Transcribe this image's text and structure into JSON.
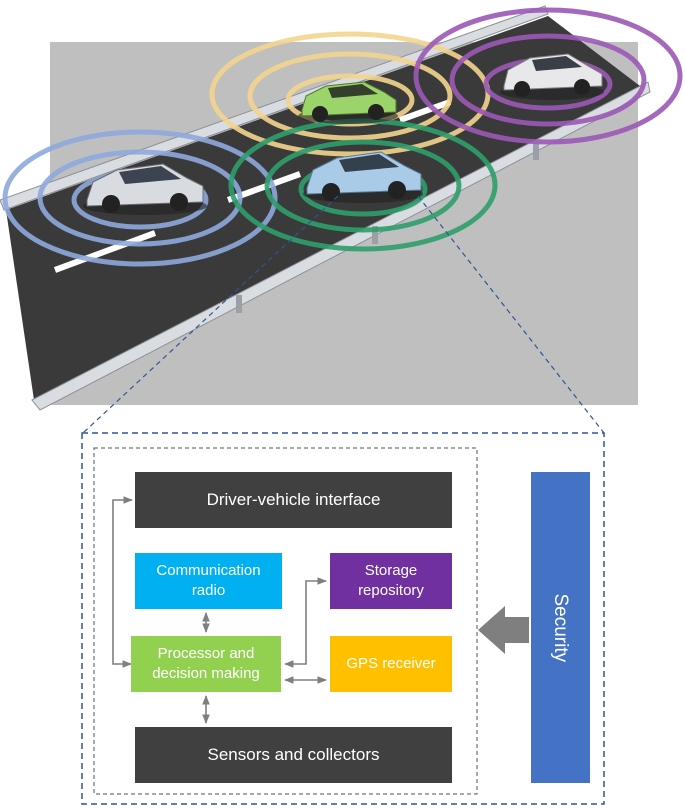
{
  "blocks": {
    "driver_vehicle_interface": "Driver-vehicle interface",
    "communication_radio": "Communication\nradio",
    "storage_repository": "Storage\nrepository",
    "processor": "Processor and\ndecision making",
    "gps_receiver": "GPS receiver",
    "sensors_collectors": "Sensors and collectors",
    "security": "Security"
  },
  "colors": {
    "dark_block": "#404040",
    "communication": "#00b0f0",
    "storage": "#7030a0",
    "processor": "#92d050",
    "gps": "#ffc000",
    "security": "#4472c4",
    "ring_blue": "#8ea9db",
    "ring_yellow": "#f4d58d",
    "ring_green": "#2e9e6b",
    "ring_purple": "#9b59b6"
  },
  "cars": [
    {
      "color": "#d8dbe0",
      "ring": "blue"
    },
    {
      "color": "#9bd46a",
      "ring": "yellow"
    },
    {
      "color": "#a9cbe8",
      "ring": "green"
    },
    {
      "color": "#e8e8ea",
      "ring": "purple"
    }
  ]
}
